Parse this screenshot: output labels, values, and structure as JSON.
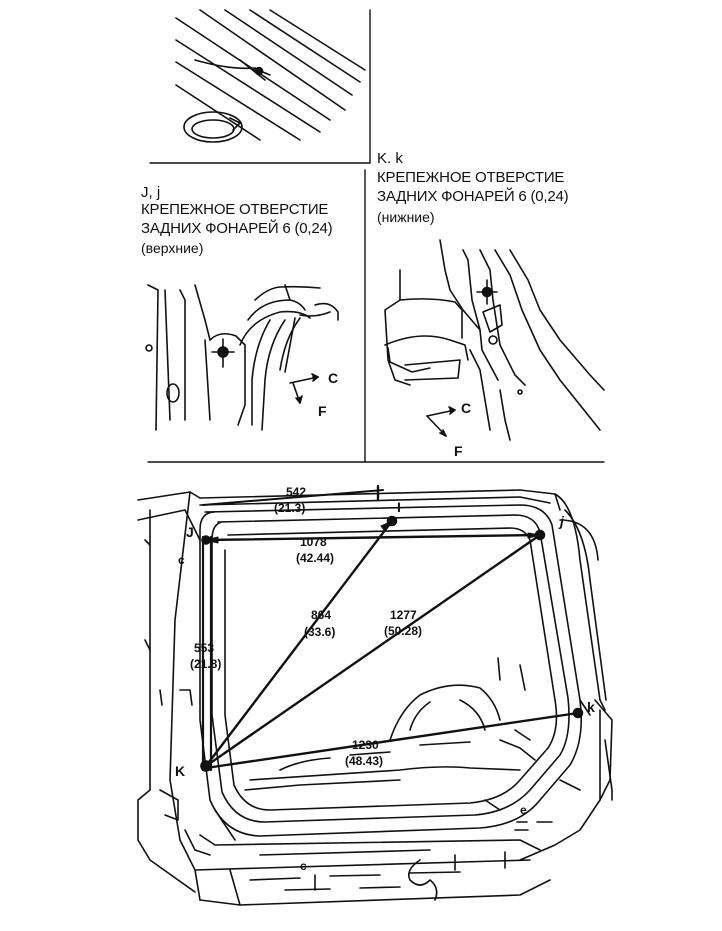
{
  "panel_left": {
    "id": "J, j",
    "caption_1": "КРЕПЕЖНОЕ ОТВЕРСТИЕ",
    "caption_2": "ЗАДНИХ ФОНАРЕЙ 6 (0,24)",
    "position": "(верхние)"
  },
  "panel_right": {
    "id": "K. k",
    "caption_1": "КРЕПЕЖНОЕ ОТВЕРСТИЕ",
    "caption_2": "ЗАДНИХ ФОНАРЕЙ 6 (0,24)",
    "position": "(нижние)"
  },
  "directions": {
    "forward": "F",
    "center": "C"
  },
  "points": {
    "I": "I",
    "J": "J",
    "j": "j",
    "K": "K",
    "k": "k"
  },
  "dimensions": [
    {
      "from": "J",
      "to": "I",
      "mm": "542",
      "in": "(21.3)"
    },
    {
      "from": "J",
      "to": "j",
      "mm": "1078",
      "in": "(42.44)"
    },
    {
      "from": "K",
      "to": "I",
      "mm": "864",
      "in": "(33.6)"
    },
    {
      "from": "K",
      "to": "j",
      "mm": "1277",
      "in": "(50.28)"
    },
    {
      "from": "J",
      "to": "K",
      "mm": "553",
      "in": "(21.8)"
    },
    {
      "from": "K",
      "to": "k",
      "mm": "1230",
      "in": "(48.43)"
    }
  ],
  "marks": {
    "c": "c",
    "e": "e"
  }
}
